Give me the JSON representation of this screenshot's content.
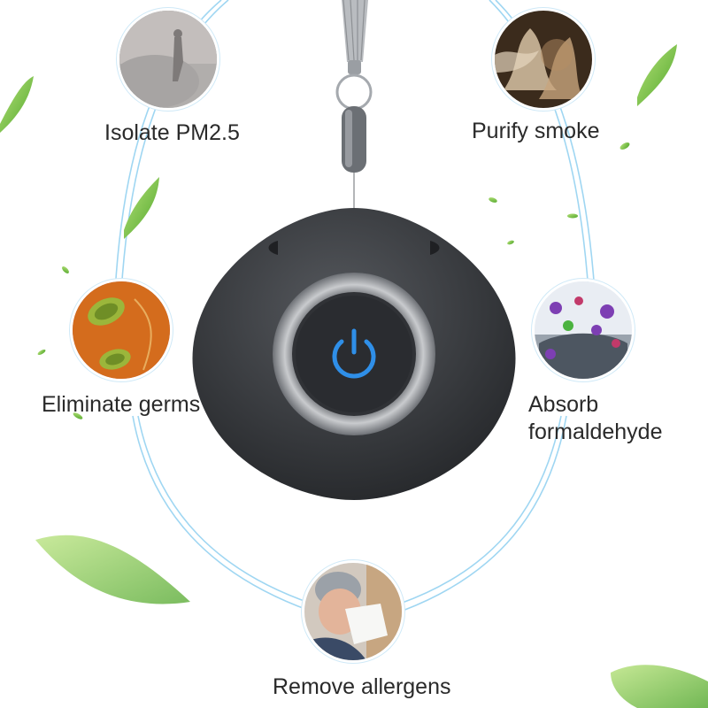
{
  "features": [
    {
      "id": "pm25",
      "label": "Isolate PM2.5"
    },
    {
      "id": "smoke",
      "label": "Purify smoke"
    },
    {
      "id": "germs",
      "label": "Eliminate germs"
    },
    {
      "id": "formaldehyde",
      "label_line1": "Absorb",
      "label_line2": "formaldehyde"
    },
    {
      "id": "allergens",
      "label": "Remove allergens"
    }
  ],
  "colors": {
    "accent_line": "#7cc6ec",
    "device_body": "#3a3c40",
    "power_glow": "#2f8fe8",
    "leaf_green": "#7ac943",
    "text": "#2a2a2a"
  },
  "icons": [
    "power-icon",
    "leaf-icon"
  ]
}
